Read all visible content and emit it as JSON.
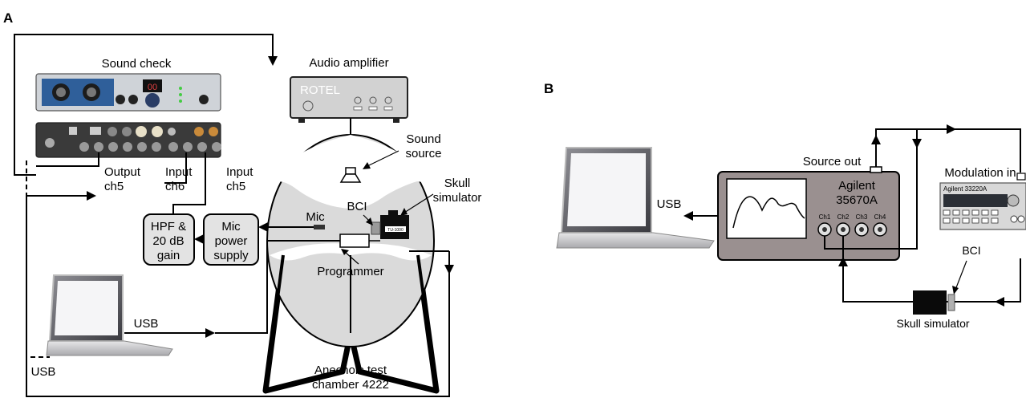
{
  "panels": {
    "a_letter": "A",
    "b_letter": "B"
  },
  "panel_a": {
    "sound_check": "Sound check",
    "audio_amplifier": "Audio amplifier",
    "amp_brand": "ROTEL",
    "output_ch5": [
      "Output",
      "ch5"
    ],
    "input_ch6": [
      "Input",
      "ch6"
    ],
    "input_ch5": [
      "Input",
      "ch5"
    ],
    "sound_source": [
      "Sound",
      "source"
    ],
    "skull_simulator": [
      "Skull",
      "simulator"
    ],
    "bci": "BCI",
    "mic": "Mic",
    "hpf_box": [
      "HPF &",
      "20 dB",
      "gain"
    ],
    "mic_power_box": [
      "Mic",
      "power",
      "supply"
    ],
    "programmer": "Programmer",
    "usb_link": "USB",
    "usb_dashed": "USB",
    "chamber": [
      "Anechoic test",
      "chamber 4222"
    ],
    "simulator_tag": "TU-1000",
    "interface_display": "00"
  },
  "panel_b": {
    "usb": "USB",
    "source_out": "Source out",
    "analyzer": [
      "Agilent",
      "35670A"
    ],
    "channels": [
      "Ch1",
      "Ch2",
      "Ch3",
      "Ch4"
    ],
    "modulation_in": "Modulation in",
    "generator_model": "Agilent 33220A",
    "bci": "BCI",
    "skull_simulator": "Skull simulator"
  }
}
